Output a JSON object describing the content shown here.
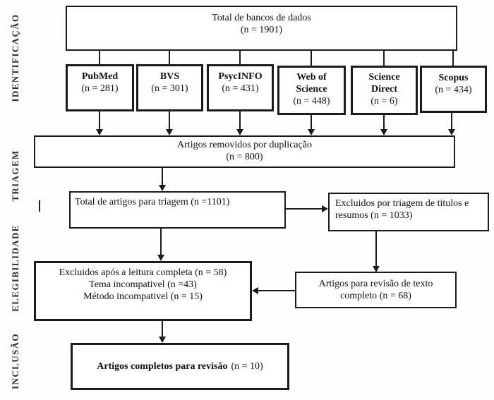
{
  "palette": {
    "background": "#ffffff",
    "border": "#1b1b1b",
    "text": "#111111",
    "stage_label": "#2a2a2a"
  },
  "stages": [
    {
      "label": "IDENTIFICAÇÃO"
    },
    {
      "label": "TRIAGEM"
    },
    {
      "label": "ELEGIBILIDADE"
    },
    {
      "label": "INCLUSÃO"
    }
  ],
  "flow": {
    "total": {
      "title": "Total de bancos de dados",
      "count": "(n = 1901)"
    },
    "databases": [
      {
        "name": "PubMed",
        "count": "(n = 281)"
      },
      {
        "name": "BVS",
        "count": "(n = 301)"
      },
      {
        "name": "PsycINFO",
        "count": "(n = 431)"
      },
      {
        "name": "Web of Science",
        "count": "(n = 448)"
      },
      {
        "name": "Science Direct",
        "count": "(n = 6)"
      },
      {
        "name": "Scopus",
        "count": "(n = 434)"
      }
    ],
    "duplicates": {
      "title": "Artigos removidos por duplicação",
      "count": "(n = 800)"
    },
    "screening_total": {
      "text": "Total de artigos para triagem (n =1101)"
    },
    "excluded_screening": {
      "text": "Excluidos por triagem de titulos e resumos (n = 1033)"
    },
    "excluded_fulltext": {
      "lines": [
        "Excluidos após a leitura completa (n = 58)",
        "Tema incompativel (n =43)",
        "Método incompativel (n = 15)"
      ]
    },
    "fulltext_review": {
      "text": "Artigos para revisão de texto completo (n = 68)"
    },
    "included": {
      "title": "Artigos completos para revisão",
      "count": "(n = 10)"
    }
  }
}
